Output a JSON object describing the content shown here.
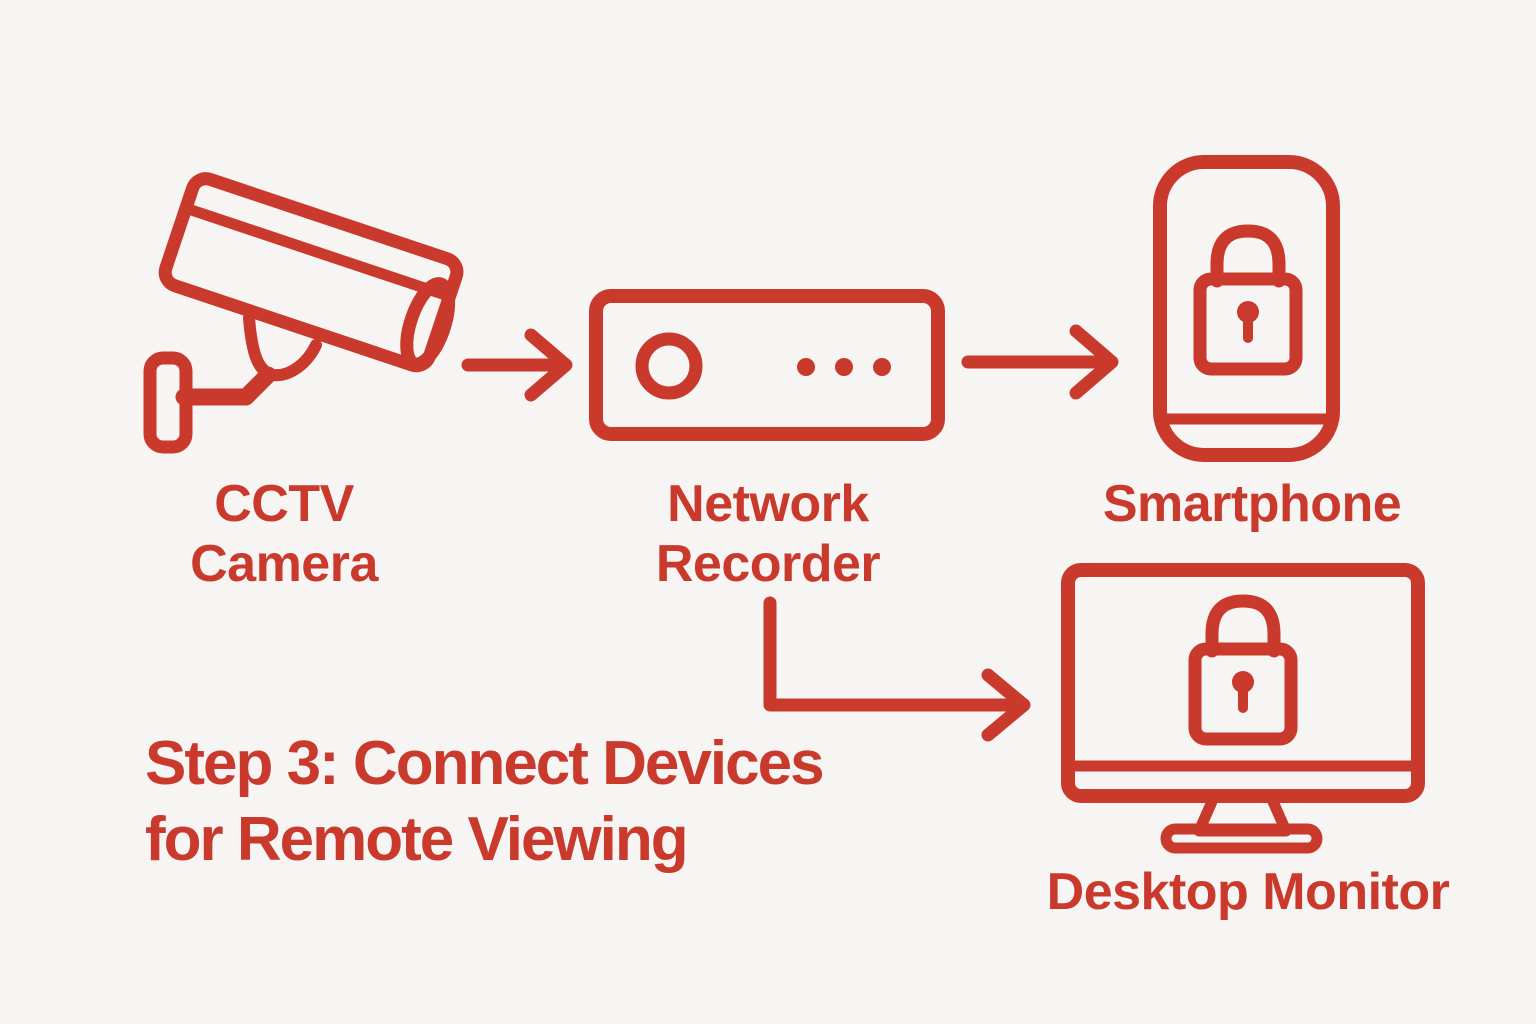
{
  "colors": {
    "accent": "#C9392C",
    "background": "#F6F5F3"
  },
  "title": {
    "line1": "Step 3: Connect Devices",
    "line2": "for Remote Viewing"
  },
  "nodes": {
    "camera": {
      "label_line1": "CCTV",
      "label_line2": "Camera",
      "icon": "cctv-camera-icon"
    },
    "recorder": {
      "label_line1": "Network",
      "label_line2": "Recorder",
      "icon": "network-recorder-icon"
    },
    "smartphone": {
      "label": "Smartphone",
      "icon": "smartphone-lock-icon"
    },
    "monitor": {
      "label": "Desktop Monitor",
      "icon": "desktop-monitor-lock-icon"
    }
  },
  "connections": [
    {
      "from": "camera",
      "to": "recorder",
      "type": "arrow-right"
    },
    {
      "from": "recorder",
      "to": "smartphone",
      "type": "arrow-right"
    },
    {
      "from": "recorder",
      "to": "monitor",
      "type": "elbow-arrow-down-right"
    }
  ]
}
